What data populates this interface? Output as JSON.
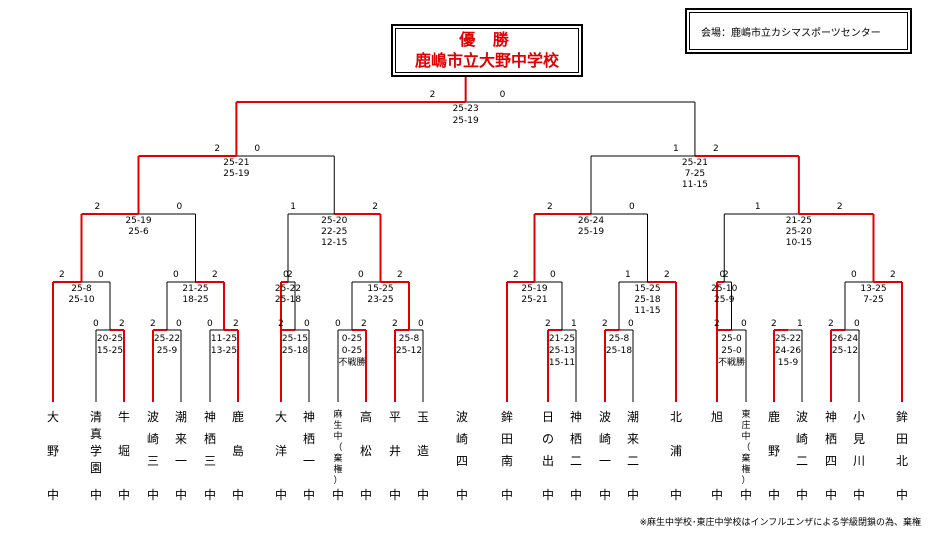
{
  "header": {
    "title": "優 勝",
    "champion": "鹿嶋市立大野中学校",
    "venue": "会場：鹿嶋市立カシマスポーツセンター"
  },
  "teams": [
    {
      "name": "大野",
      "suffix": "中"
    },
    {
      "name": "清真学園",
      "suffix": "中"
    },
    {
      "name": "牛堀",
      "suffix": "中"
    },
    {
      "name": "波崎三",
      "suffix": "中"
    },
    {
      "name": "潮来一",
      "suffix": "中"
    },
    {
      "name": "神栖三",
      "suffix": "中"
    },
    {
      "name": "鹿島",
      "suffix": "中"
    },
    {
      "name": "大洋",
      "suffix": "中"
    },
    {
      "name": "神栖一",
      "suffix": "中"
    },
    {
      "name": "麻生中（棄権）",
      "suffix": "中"
    },
    {
      "name": "高松",
      "suffix": "中"
    },
    {
      "name": "平井",
      "suffix": "中"
    },
    {
      "name": "玉造",
      "suffix": "中"
    },
    {
      "name": "波崎四",
      "suffix": "中"
    },
    {
      "name": "鉾田南",
      "suffix": "中"
    },
    {
      "name": "日の出",
      "suffix": "中"
    },
    {
      "name": "神栖二",
      "suffix": "中"
    },
    {
      "name": "波崎一",
      "suffix": "中"
    },
    {
      "name": "潮来二",
      "suffix": "中"
    },
    {
      "name": "北浦",
      "suffix": "中"
    },
    {
      "name": "旭",
      "suffix": "中"
    },
    {
      "name": "東庄中（棄権）",
      "suffix": "中"
    },
    {
      "name": "鹿野",
      "suffix": "中"
    },
    {
      "name": "波崎二",
      "suffix": "中"
    },
    {
      "name": "神栖四",
      "suffix": "中"
    },
    {
      "name": "小見川",
      "suffix": "中"
    },
    {
      "name": "鉾田北",
      "suffix": "中"
    }
  ],
  "r1": [
    {
      "a": "0",
      "b": "2",
      "sets": [
        "20-25",
        "15-25"
      ],
      "note": ""
    },
    {
      "a": "2",
      "b": "0",
      "sets": [
        "25-22",
        "25-9"
      ],
      "note": ""
    },
    {
      "a": "0",
      "b": "2",
      "sets": [
        "11-25",
        "13-25"
      ],
      "note": ""
    },
    {
      "a": "2",
      "b": "0",
      "sets": [
        "25-15",
        "25-18"
      ],
      "note": ""
    },
    {
      "a": "0",
      "b": "2",
      "sets": [
        "0-25",
        "0-25"
      ],
      "note": "不戦勝"
    },
    {
      "a": "2",
      "b": "0",
      "sets": [
        "25-8",
        "25-12"
      ],
      "note": ""
    },
    {
      "a": "2",
      "b": "1",
      "sets": [
        "21-25",
        "25-13",
        "15-11"
      ],
      "note": ""
    },
    {
      "a": "2",
      "b": "0",
      "sets": [
        "25-8",
        "25-18"
      ],
      "note": ""
    },
    {
      "a": "2",
      "b": "0",
      "sets": [
        "25-0",
        "25-0"
      ],
      "note": "不戦勝"
    },
    {
      "a": "2",
      "b": "1",
      "sets": [
        "25-22",
        "24-26",
        "15-9"
      ],
      "note": ""
    },
    {
      "a": "2",
      "b": "0",
      "sets": [
        "26-24",
        "25-12"
      ],
      "note": ""
    }
  ],
  "r2": [
    {
      "a": "2",
      "b": "0",
      "sets": [
        "25-8",
        "25-10"
      ]
    },
    {
      "a": "0",
      "b": "2",
      "sets": [
        "21-25",
        "18-25"
      ]
    },
    {
      "a": "2",
      "b": "0",
      "sets": [
        "25-22",
        "25-18"
      ]
    },
    {
      "a": "0",
      "b": "2",
      "sets": [
        "15-25",
        "23-25"
      ]
    },
    {
      "a": "2",
      "b": "0",
      "sets": [
        "25-19",
        "25-21"
      ]
    },
    {
      "a": "1",
      "b": "2",
      "sets": [
        "15-25",
        "25-18",
        "11-15"
      ]
    },
    {
      "a": "2",
      "b": "0",
      "sets": [
        "25-10",
        "25-9"
      ]
    },
    {
      "a": "0",
      "b": "2",
      "sets": [
        "13-25",
        "7-25"
      ]
    }
  ],
  "r3": [
    {
      "a": "2",
      "b": "0",
      "sets": [
        "25-19",
        "25-6"
      ]
    },
    {
      "a": "1",
      "b": "2",
      "sets": [
        "25-20",
        "22-25",
        "12-15"
      ]
    },
    {
      "a": "2",
      "b": "0",
      "sets": [
        "26-24",
        "25-19"
      ]
    },
    {
      "a": "1",
      "b": "2",
      "sets": [
        "21-25",
        "25-20",
        "10-15"
      ]
    }
  ],
  "r4": [
    {
      "a": "2",
      "b": "0",
      "sets": [
        "25-21",
        "25-19"
      ]
    },
    {
      "a": "1",
      "b": "2",
      "sets": [
        "25-21",
        "7-25",
        "11-15"
      ]
    }
  ],
  "final": {
    "a": "2",
    "b": "0",
    "sets": [
      "25-23",
      "25-19"
    ]
  },
  "footnote": "※麻生中学校･東庄中学校はインフルエンザによる学級閉鎖の為、棄権",
  "colors": {
    "win": "#e00000",
    "lose": "#000000"
  }
}
